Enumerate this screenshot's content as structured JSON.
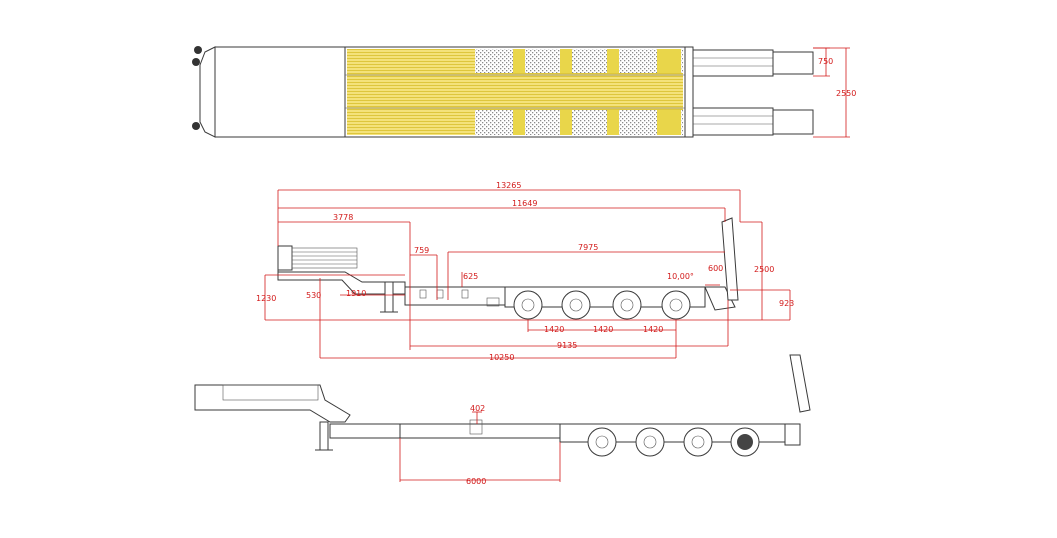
{
  "colors": {
    "dimension": "#d21a1a",
    "outline": "#3a3a3a",
    "deck_yellow": "#e9d64a",
    "checker": "#7a7a7a"
  },
  "top_view": {
    "dims": {
      "ramp_width": "750",
      "overall_width": "2550"
    }
  },
  "side_view": {
    "dims": {
      "overall_length": "13265",
      "length_11649": "11649",
      "length_3778": "3778",
      "length_759": "759",
      "length_7975": "7975",
      "height_625": "625",
      "angle": "10,00°",
      "length_600": "600",
      "height_2500": "2500",
      "height_1230": "1230",
      "length_530": "530",
      "length_1910": "1910",
      "height_923": "923",
      "axle_spacing_1": "1420",
      "axle_spacing_2": "1420",
      "axle_spacing_3": "1420",
      "length_9135": "9135",
      "length_10250": "10250"
    }
  },
  "extended_view": {
    "dims": {
      "height_402": "402",
      "extension_6000": "6000"
    }
  }
}
